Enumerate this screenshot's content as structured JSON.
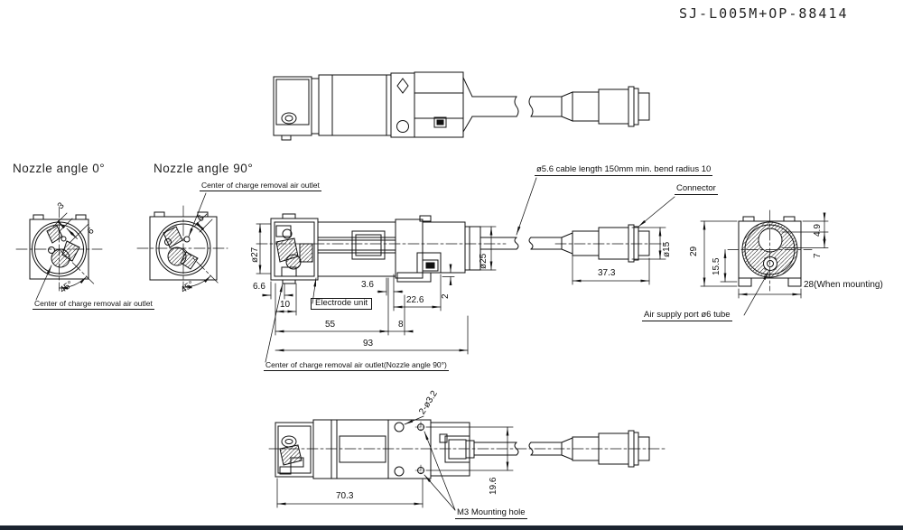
{
  "title": "SJ-L005M+OP-88414",
  "views": {
    "nozzle0_label": "Nozzle angle 0°",
    "nozzle90_label": "Nozzle angle 90°"
  },
  "callouts": {
    "outlet_top": "Center of charge removal air outlet",
    "outlet_left": "Center of charge removal air outlet",
    "outlet_90": "Center of charge removal air outlet(Nozzle angle 90°)",
    "electrode_unit": "Electrode unit",
    "cable_note": "ø5.6  cable length 150mm   min. bend radius 10",
    "connector": "Connector",
    "air_supply": "Air supply port ø6 tube",
    "m3_hole": "M3 Mounting hole"
  },
  "dims": {
    "front0": {
      "d3": "3",
      "d6": "6",
      "angle": "45°"
    },
    "front90": {
      "d6": "6",
      "angle": "45°"
    },
    "side": {
      "phi27": "ø27",
      "w66": "6.6",
      "w10": "10",
      "w36": "3.6",
      "w226": "22.6",
      "h2": "2",
      "w55": "55",
      "w8": "8",
      "w93": "93",
      "phi25": "ø25",
      "phi15": "ø15",
      "conn_len": "37.3"
    },
    "end": {
      "h29": "29",
      "h155": "15.5",
      "h49": "4.9",
      "h7": "7",
      "w28": "28(When mounting)"
    },
    "bottom": {
      "len": "70.3",
      "holes": "2-ø3.2",
      "pitch": "19.6"
    }
  },
  "colors": {
    "line": "#111111",
    "background": "#ffffff"
  }
}
